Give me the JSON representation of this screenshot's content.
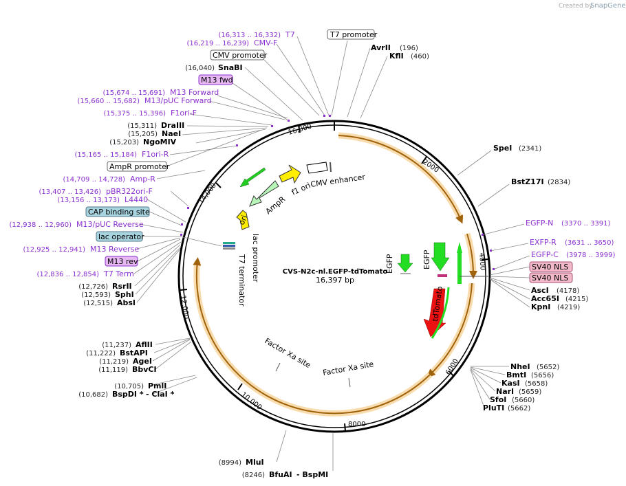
{
  "header": {
    "created_by": "Created by",
    "brand": "SnapGene"
  },
  "plasmid": {
    "name": "CVS-N2c-nl.EGFP-tdTomato",
    "length": "16,397 bp"
  },
  "ticks": {
    "t2000": "2000",
    "t4000": "4000",
    "t6000": "6000",
    "t8000": "8000",
    "t10000": "10,000",
    "t12000": "12,000",
    "t14000": "14,000",
    "t16000": "16,000"
  },
  "features": {
    "cmv_enhancer": "CMV enhancer",
    "f1_ori": "f1 ori",
    "ampr": "AmpR",
    "ori": "ori",
    "lac_promoter": "lac promoter",
    "t7_terminator": "T7 terminator",
    "egfp_a": "EGFP",
    "egfp_b": "EGFP",
    "tdtomato": "tdTomato",
    "factor_xa_1": "Factor Xa site",
    "factor_xa_2": "Factor Xa site"
  },
  "boxed_labels": {
    "t7_promoter": "T7 promoter",
    "cmv_promoter": "CMV promoter",
    "m13_fwd": "M13 fwd",
    "ampr_promoter": "AmpR promoter",
    "cap_site": "CAP binding site",
    "lac_operator": "lac operator",
    "m13_rev": "M13 rev",
    "sv40_nls_1": "SV40 NLS",
    "sv40_nls_2": "SV40 NLS"
  },
  "primer_sites": {
    "t7": {
      "pos": "(16,313 .. 16,332)",
      "name": "T7"
    },
    "cmv_f": {
      "pos": "(16,219 .. 16,239)",
      "name": "CMV-F"
    },
    "m13_forward": {
      "pos": "(15,674 .. 15,691)",
      "name": "M13 Forward"
    },
    "m13_puc_forward": {
      "pos": "(15,660 .. 15,682)",
      "name": "M13/pUC Forward"
    },
    "f1ori_f": {
      "pos": "(15,375 .. 15,396)",
      "name": "F1ori-F"
    },
    "f1ori_r": {
      "pos": "(15,165 .. 15,184)",
      "name": "F1ori-R"
    },
    "amp_r": {
      "pos": "(14,709 .. 14,728)",
      "name": "Amp-R"
    },
    "pbr322ori_f": {
      "pos": "(13,407 .. 13,426)",
      "name": "pBR322ori-F"
    },
    "l4440": {
      "pos": "(13,156 .. 13,173)",
      "name": "L4440"
    },
    "m13_puc_reverse": {
      "pos": "(12,938 .. 12,960)",
      "name": "M13/pUC Reverse"
    },
    "m13_reverse": {
      "pos": "(12,925 .. 12,941)",
      "name": "M13 Reverse"
    },
    "t7_term": {
      "pos": "(12,836 .. 12,854)",
      "name": "T7 Term"
    },
    "egfp_n": {
      "pos": "(3370 .. 3391)",
      "name": "EGFP-N"
    },
    "exfp_r": {
      "pos": "(3631 .. 3650)",
      "name": "EXFP-R"
    },
    "egfp_c": {
      "pos": "(3978 .. 3999)",
      "name": "EGFP-C"
    }
  },
  "enzymes": {
    "snabi": {
      "pos": "(16,040)",
      "name": "SnaBI"
    },
    "draiii": {
      "pos": "(15,311)",
      "name": "DraIII"
    },
    "naei": {
      "pos": "(15,205)",
      "name": "NaeI"
    },
    "ngomiv": {
      "pos": "(15,203)",
      "name": "NgoMIV"
    },
    "avrii": {
      "pos": "(196)",
      "name": "AvrII"
    },
    "kfli": {
      "pos": "(460)",
      "name": "KflI"
    },
    "spei": {
      "pos": "(2341)",
      "name": "SpeI"
    },
    "bstz17i": {
      "pos": "(2834)",
      "name": "BstZ17I"
    },
    "asci": {
      "pos": "(4178)",
      "name": "AscI"
    },
    "acc65i": {
      "pos": "(4215)",
      "name": "Acc65I"
    },
    "kpni": {
      "pos": "(4219)",
      "name": "KpnI"
    },
    "nhei": {
      "pos": "(5652)",
      "name": "NheI"
    },
    "bmti": {
      "pos": "(5656)",
      "name": "BmtI"
    },
    "kasi": {
      "pos": "(5658)",
      "name": "KasI"
    },
    "nari": {
      "pos": "(5659)",
      "name": "NarI"
    },
    "sfoi": {
      "pos": "(5660)",
      "name": "SfoI"
    },
    "pluti": {
      "pos": "(5662)",
      "name": "PluTI"
    },
    "rsrii": {
      "pos": "(12,726)",
      "name": "RsrII"
    },
    "sphi": {
      "pos": "(12,593)",
      "name": "SphI"
    },
    "absi": {
      "pos": "(12,515)",
      "name": "AbsI"
    },
    "aflii": {
      "pos": "(11,237)",
      "name": "AflII"
    },
    "bstapi": {
      "pos": "(11,222)",
      "name": "BstAPI"
    },
    "agei": {
      "pos": "(11,219)",
      "name": "AgeI"
    },
    "bbvci": {
      "pos": "(11,119)",
      "name": "BbvCI"
    },
    "pmli": {
      "pos": "(10,705)",
      "name": "PmlI"
    },
    "bspdi": {
      "pos": "(10,682)",
      "name": "BspDI *",
      "extra": "-  ClaI *"
    },
    "mlui": {
      "pos": "(8994)",
      "name": "MluI"
    },
    "bfuai": {
      "pos": "(8246)",
      "name": "BfuAI",
      "extra": "-  BspMI"
    }
  },
  "colors": {
    "primer": "#8b2fd0",
    "orf_highlight": "#f8dcae",
    "orf_arrow": "#a0620a",
    "egfp": "#22dd22",
    "tdtomato": "#ee1111",
    "f1_ori": "#ffee00",
    "ampr": "#b8f5b8",
    "nls": "#f0b8c8",
    "cap": "#a8d4e0"
  }
}
